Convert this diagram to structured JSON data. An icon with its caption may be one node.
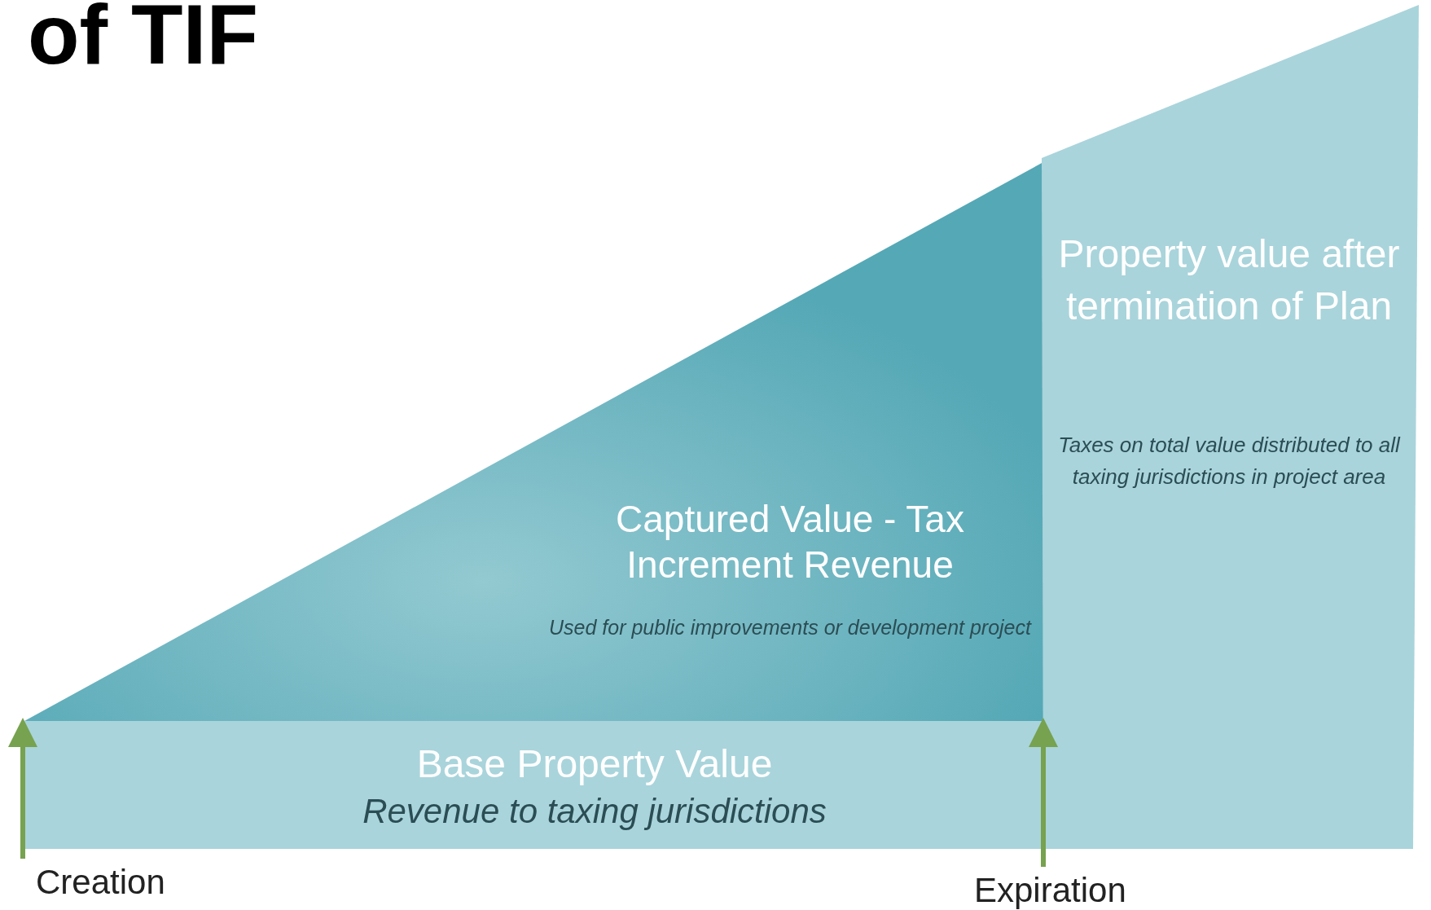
{
  "diagram": {
    "title": "of TIF",
    "nodes": [
      {
        "text": [
          "Captured Value - Tax Increment Revenue",
          "Used for public improvements or development project"
        ]
      },
      {
        "text": [
          "Base Property Value",
          "Revenue to taxing jurisdictions"
        ]
      },
      {
        "text": [
          "Property value after termination of Plan",
          "Taxes on total value distributed to all taxing jurisdictions in project area"
        ]
      },
      {
        "text": [
          "Creation"
        ]
      },
      {
        "text": [
          "Expiration"
        ]
      }
    ],
    "edges": [
      {
        "from": 3,
        "to": 1,
        "arrow": "to"
      },
      {
        "from": 4,
        "to": 1,
        "arrow": "to"
      }
    ]
  }
}
